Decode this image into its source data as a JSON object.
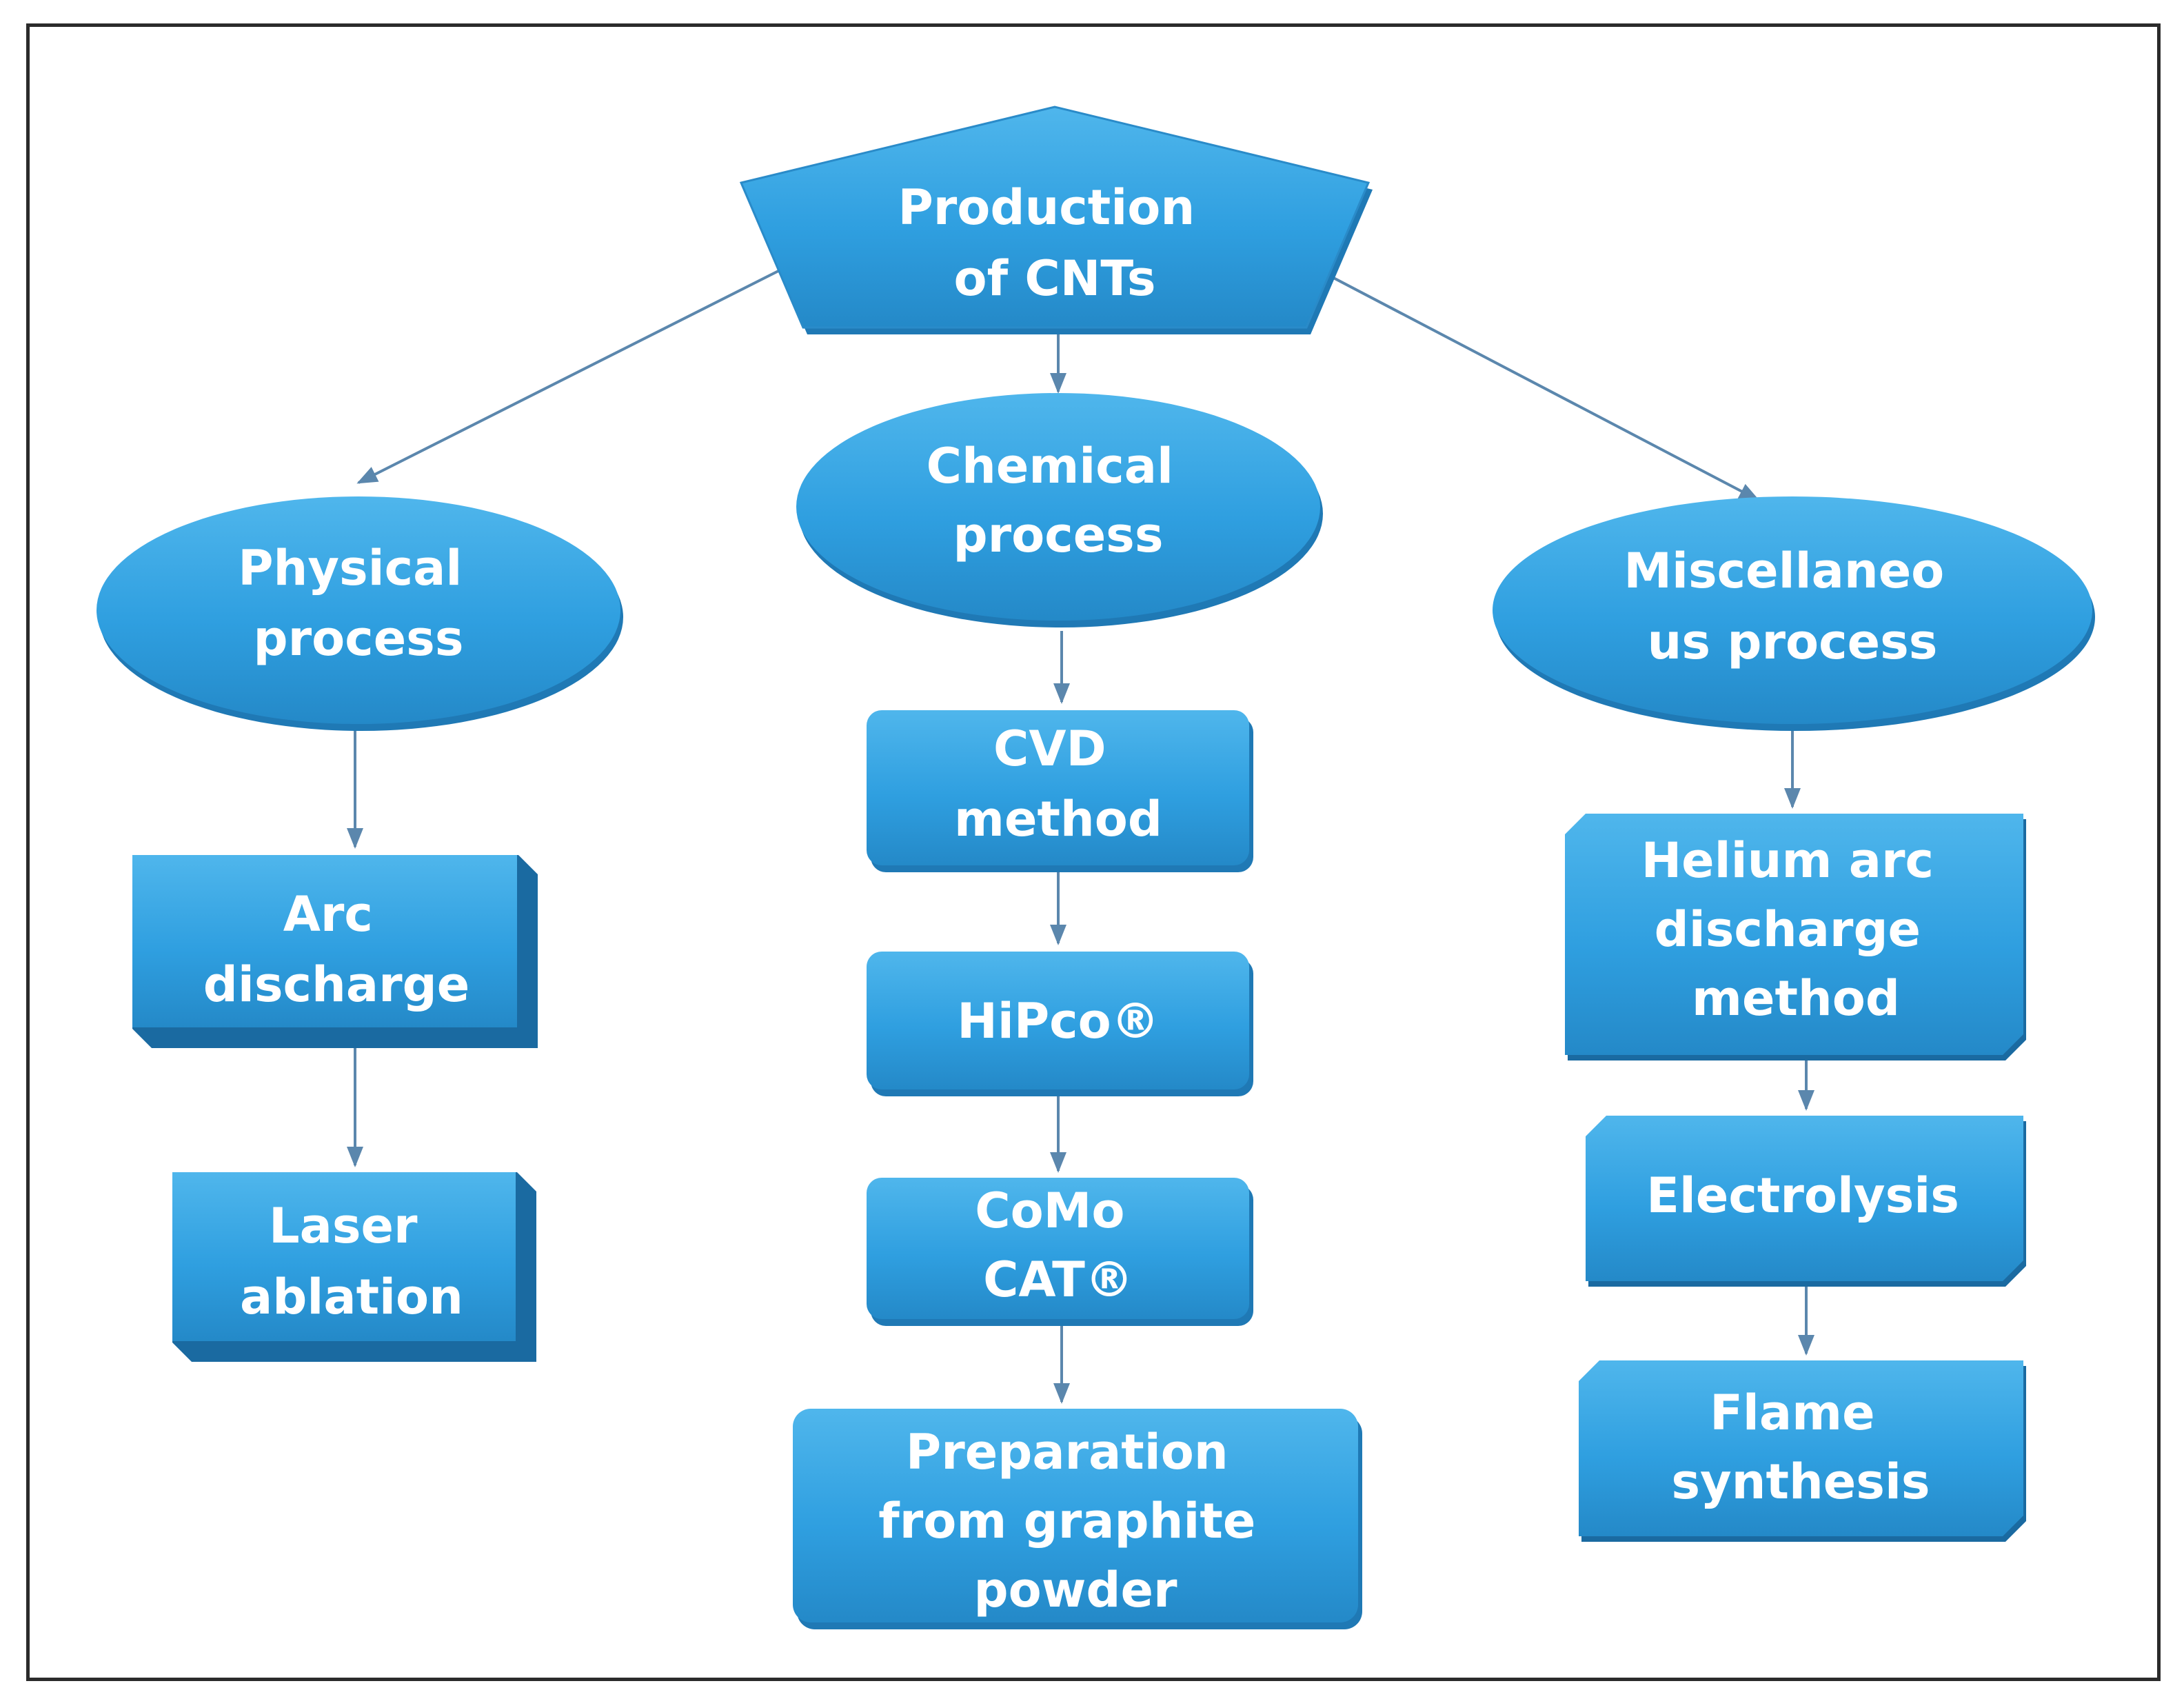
{
  "colors": {
    "shape_fill": "#2f9fe0",
    "shape_dark": "#1c6fa6",
    "text": "#ffffff",
    "connector": "#5b87ad"
  },
  "root": {
    "lines": [
      "Production",
      "of CNTs"
    ]
  },
  "categories": [
    {
      "key": "physical",
      "lines": [
        "Physical",
        "process"
      ]
    },
    {
      "key": "chemical",
      "lines": [
        "Chemical",
        "process"
      ]
    },
    {
      "key": "misc",
      "lines": [
        "Miscellaneo",
        "us process"
      ]
    }
  ],
  "methods": {
    "physical": [
      {
        "lines": [
          "Arc",
          "discharge"
        ]
      },
      {
        "lines": [
          "Laser",
          "ablation"
        ]
      }
    ],
    "chemical": [
      {
        "lines": [
          "CVD",
          "method"
        ]
      },
      {
        "lines": [
          "HiPco®"
        ]
      },
      {
        "lines": [
          "CoMo",
          "CAT®"
        ]
      },
      {
        "lines": [
          "Preparation",
          "from graphite",
          "powder"
        ]
      }
    ],
    "misc": [
      {
        "lines": [
          "Helium arc",
          "discharge",
          "method"
        ]
      },
      {
        "lines": [
          "Electrolysis"
        ]
      },
      {
        "lines": [
          "Flame",
          "synthesis"
        ]
      }
    ]
  }
}
